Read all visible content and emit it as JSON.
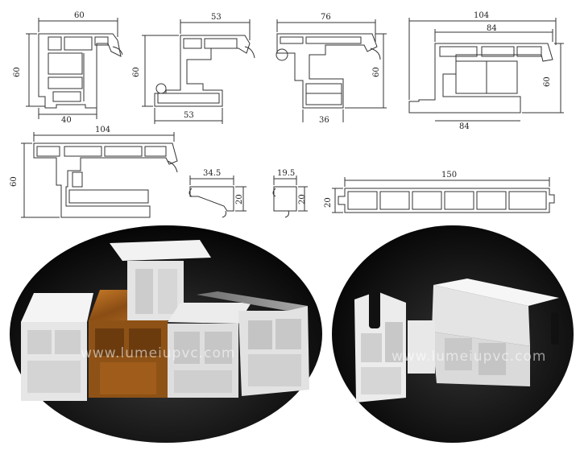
{
  "drawings": {
    "profile_a": {
      "width_top": "60",
      "height": "60",
      "width_bottom": "40"
    },
    "profile_b": {
      "width_top": "53",
      "height": "60",
      "width_bottom": "53"
    },
    "profile_c": {
      "width_top": "76",
      "height": "60",
      "width_bottom": "36"
    },
    "profile_d": {
      "width_top": "104",
      "width_inner": "84",
      "height": "60",
      "width_bottom": "84"
    },
    "profile_e": {
      "width_top": "104",
      "height": "60"
    },
    "bead_1": {
      "width": "34.5",
      "height": "20"
    },
    "bead_2": {
      "width": "19.5",
      "height": "20"
    },
    "panel": {
      "width": "150",
      "height": "20"
    }
  },
  "photos": {
    "left_watermark": "www.lumeiupvc.com",
    "right_watermark": "www.lumeiupvc.com"
  },
  "colors": {
    "white_profile": "#eeeeee",
    "wood_profile": "#a8651e",
    "grey_profile": "#8a8a8a",
    "background": "#0a0a0a"
  }
}
